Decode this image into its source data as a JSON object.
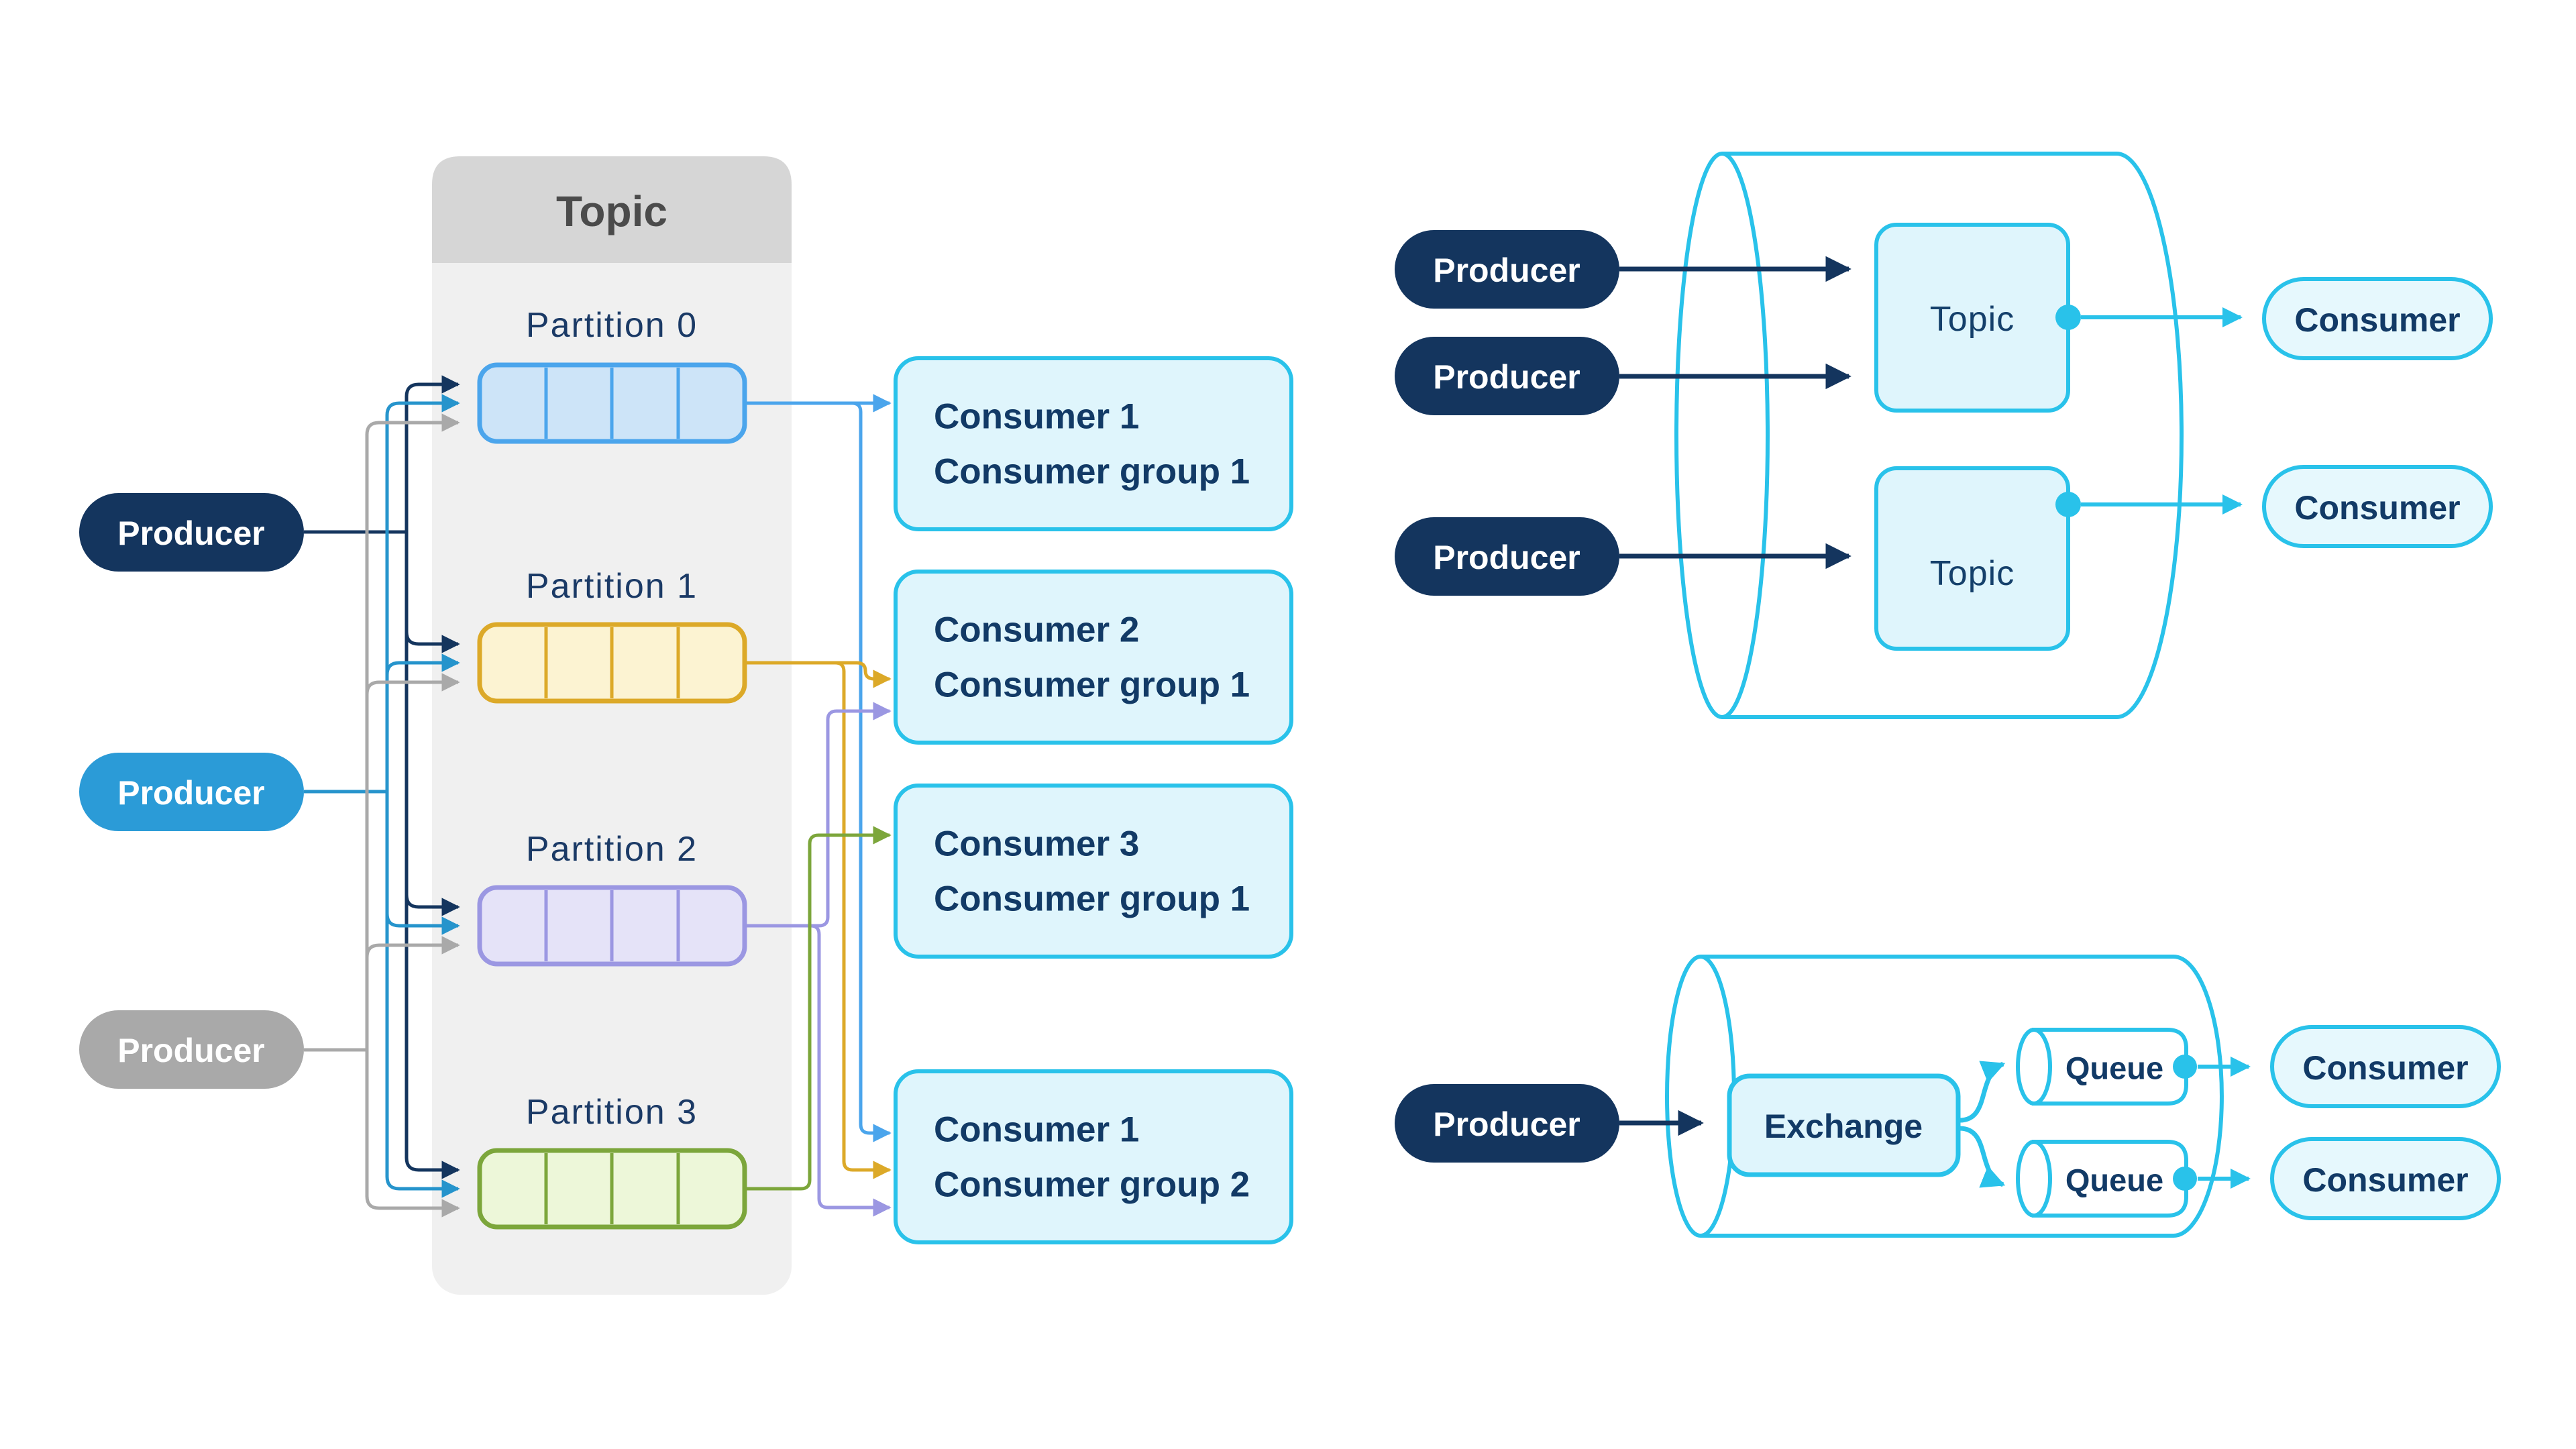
{
  "colors": {
    "navy": "#14355E",
    "producer_blue": "#2B9BD7",
    "producer_gray": "#A9A9A9",
    "accent_cyan": "#29C2EA",
    "light_cyan_fill": "#DFF5FC",
    "consumer_pill_fill": "#E6F8FD",
    "container_header_gray": "#D6D6D6",
    "container_body_gray": "#F0F0F0",
    "partition0_border": "#4BA5EC",
    "partition0_fill": "#CDE4F8",
    "partition1_border": "#DCA928",
    "partition1_fill": "#FCF3D2",
    "partition2_border": "#9B97E2",
    "partition2_fill": "#E5E3F8",
    "partition3_border": "#7CA63B",
    "partition3_fill": "#EDF7D9",
    "text_navy": "#123A66",
    "header_text_gray": "#4B4B4B"
  },
  "kafka_partition_diagram": {
    "container_title": "Topic",
    "producers": [
      {
        "label": "Producer"
      },
      {
        "label": "Producer"
      },
      {
        "label": "Producer"
      }
    ],
    "partitions": [
      {
        "label": "Partition 0"
      },
      {
        "label": "Partition 1"
      },
      {
        "label": "Partition 2"
      },
      {
        "label": "Partition 3"
      }
    ],
    "consumers": [
      {
        "name": "Consumer 1",
        "group": "Consumer group 1"
      },
      {
        "name": "Consumer 2",
        "group": "Consumer group 1"
      },
      {
        "name": "Consumer 3",
        "group": "Consumer group 1"
      },
      {
        "name": "Consumer 1",
        "group": "Consumer group 2"
      }
    ]
  },
  "kafka_topic_diagram": {
    "producers": [
      {
        "label": "Producer"
      },
      {
        "label": "Producer"
      },
      {
        "label": "Producer"
      }
    ],
    "topics": [
      {
        "label": "Topic"
      },
      {
        "label": "Topic"
      }
    ],
    "consumers": [
      {
        "label": "Consumer"
      },
      {
        "label": "Consumer"
      }
    ]
  },
  "rabbitmq_diagram": {
    "producer": {
      "label": "Producer"
    },
    "exchange": {
      "label": "Exchange"
    },
    "queues": [
      {
        "label": "Queue"
      },
      {
        "label": "Queue"
      }
    ],
    "consumers": [
      {
        "label": "Consumer"
      },
      {
        "label": "Consumer"
      }
    ]
  }
}
